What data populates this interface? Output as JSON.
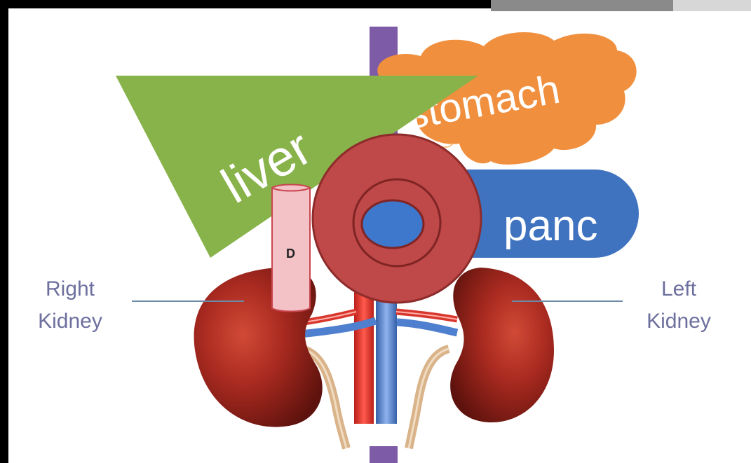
{
  "labels": {
    "liver": "liver",
    "stomach": "stomach",
    "pancreas": "panc",
    "duodenum": "D",
    "right_kidney": [
      "Right",
      "Kidney"
    ],
    "left_kidney": [
      "Left",
      "Kidney"
    ]
  },
  "colors": {
    "background": "#ffffff",
    "frame": "#000000",
    "liver": "#88b24a",
    "stomach": "#f0903e",
    "pancreas": "#3f72bf",
    "aorta_ring": "#bf4848",
    "aorta_lumen": "#3d78cc",
    "duodenum": "#f3c2c7",
    "kidney": "#a92a20",
    "spine_marker": "#7d5ba6",
    "label_text": "#6d6f9e",
    "leader_line": "#6b8aa6",
    "artery": "#d8372e",
    "vein": "#4f7fcf",
    "ureter": "#d9b389"
  }
}
